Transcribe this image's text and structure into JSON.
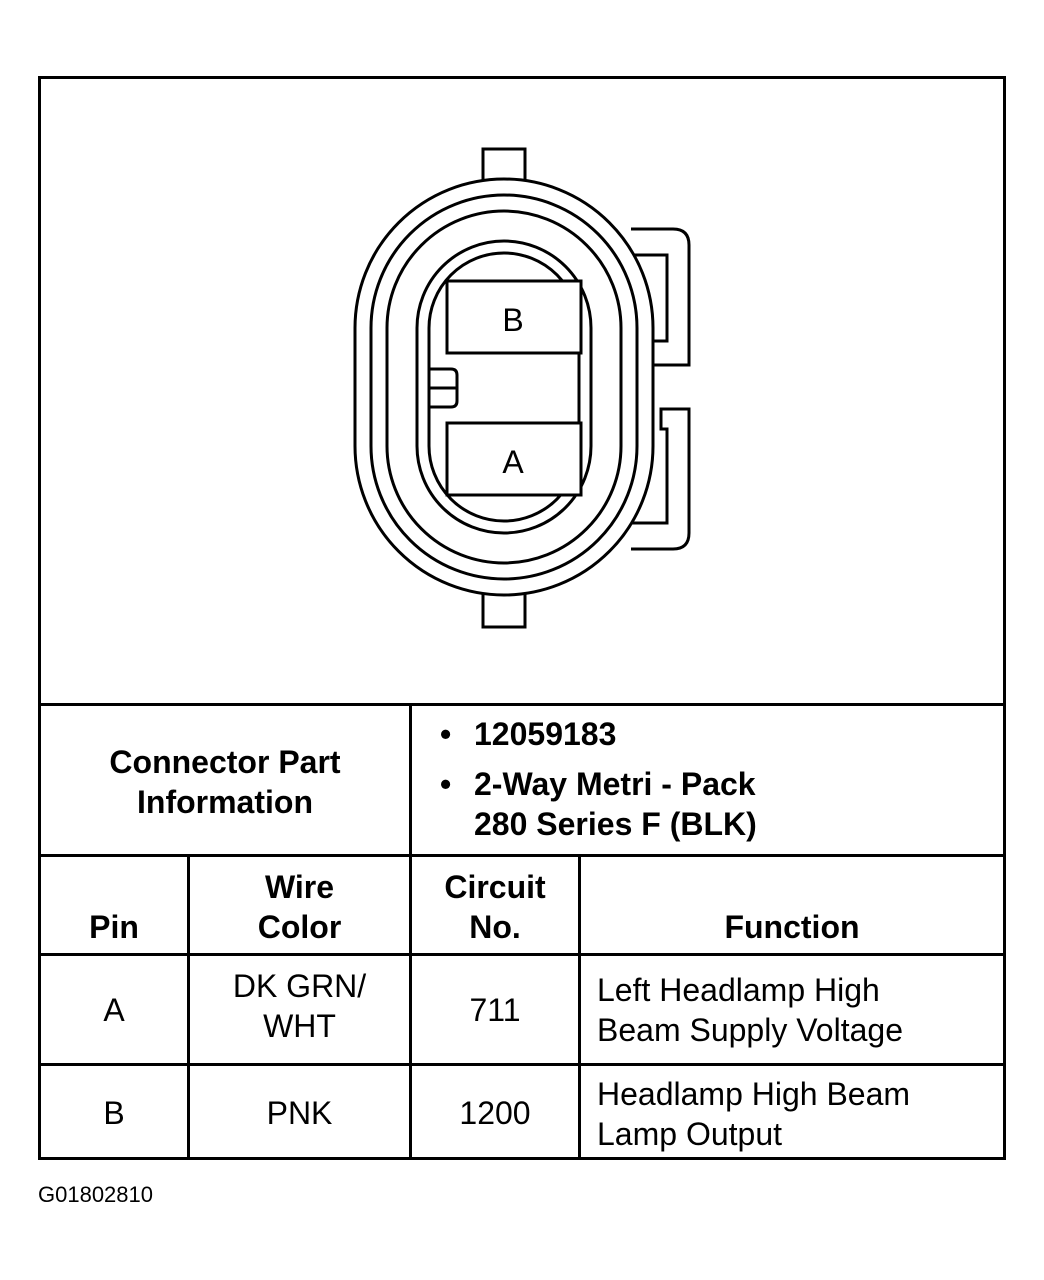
{
  "connector": {
    "pins": [
      {
        "label": "B"
      },
      {
        "label": "A"
      }
    ]
  },
  "info": {
    "header_line1": "Connector Part",
    "header_line2": "Information",
    "bullets": [
      {
        "symbol": "•",
        "lines": [
          "12059183"
        ]
      },
      {
        "symbol": "•",
        "lines": [
          "2-Way Metri - Pack",
          "280 Series F (BLK)"
        ]
      }
    ]
  },
  "table": {
    "headers": {
      "pin": [
        "Pin"
      ],
      "wire_color": [
        "Wire",
        "Color"
      ],
      "circuit": [
        "Circuit",
        "No."
      ],
      "function": [
        "Function"
      ]
    },
    "rows": [
      {
        "pin": "A",
        "wire_color": [
          "DK GRN/",
          "WHT"
        ],
        "circuit": "711",
        "function": [
          "Left Headlamp High",
          "Beam Supply Voltage"
        ]
      },
      {
        "pin": "B",
        "wire_color": [
          "PNK"
        ],
        "circuit": "1200",
        "function": [
          "Headlamp High Beam",
          "Lamp Output"
        ]
      }
    ]
  },
  "figure_id": "G01802810"
}
